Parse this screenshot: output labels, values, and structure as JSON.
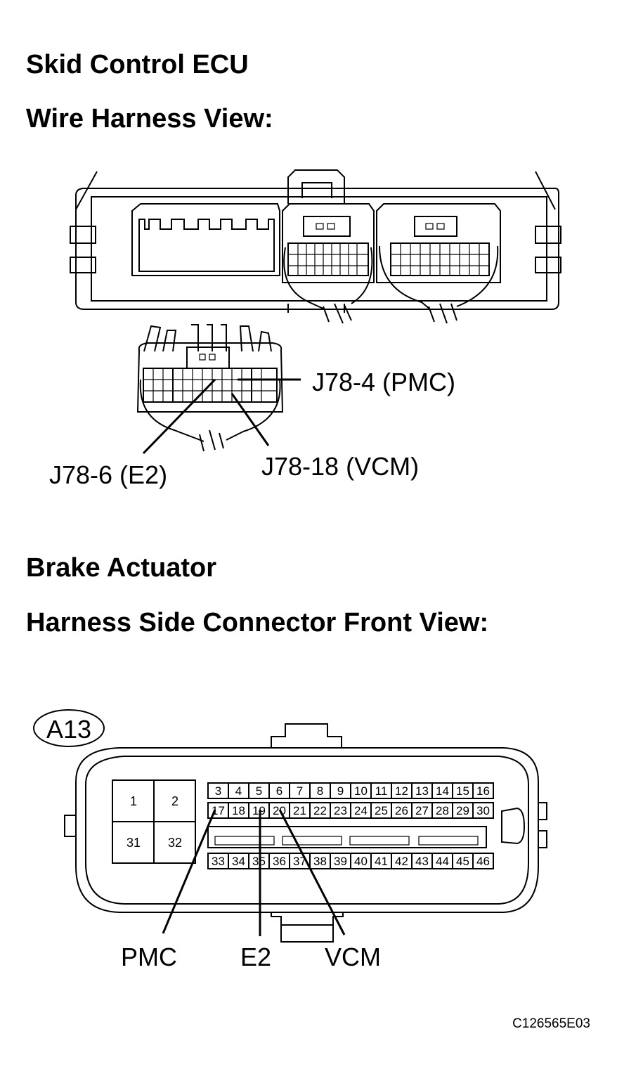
{
  "sections": {
    "ecu_title": "Skid Control ECU",
    "ecu_view": "Wire Harness View:",
    "actuator_title": "Brake Actuator",
    "actuator_view": "Harness Side Connector Front View:"
  },
  "ecu_callouts": {
    "pmc": "J78-4 (PMC)",
    "e2": "J78-6 (E2)",
    "vcm": "J78-18 (VCM)"
  },
  "connector": {
    "id": "A13",
    "large_pins": [
      "1",
      "2",
      "31",
      "32"
    ],
    "row1": [
      "3",
      "4",
      "5",
      "6",
      "7",
      "8",
      "9",
      "10",
      "11",
      "12",
      "13",
      "14",
      "15",
      "16"
    ],
    "row2": [
      "17",
      "18",
      "19",
      "20",
      "21",
      "22",
      "23",
      "24",
      "25",
      "26",
      "27",
      "28",
      "29",
      "30"
    ],
    "row3": [
      "33",
      "34",
      "35",
      "36",
      "37",
      "38",
      "39",
      "40",
      "41",
      "42",
      "43",
      "44",
      "45",
      "46"
    ]
  },
  "actuator_callouts": {
    "pmc": "PMC",
    "e2": "E2",
    "vcm": "VCM"
  },
  "figure_code": "C126565E03"
}
